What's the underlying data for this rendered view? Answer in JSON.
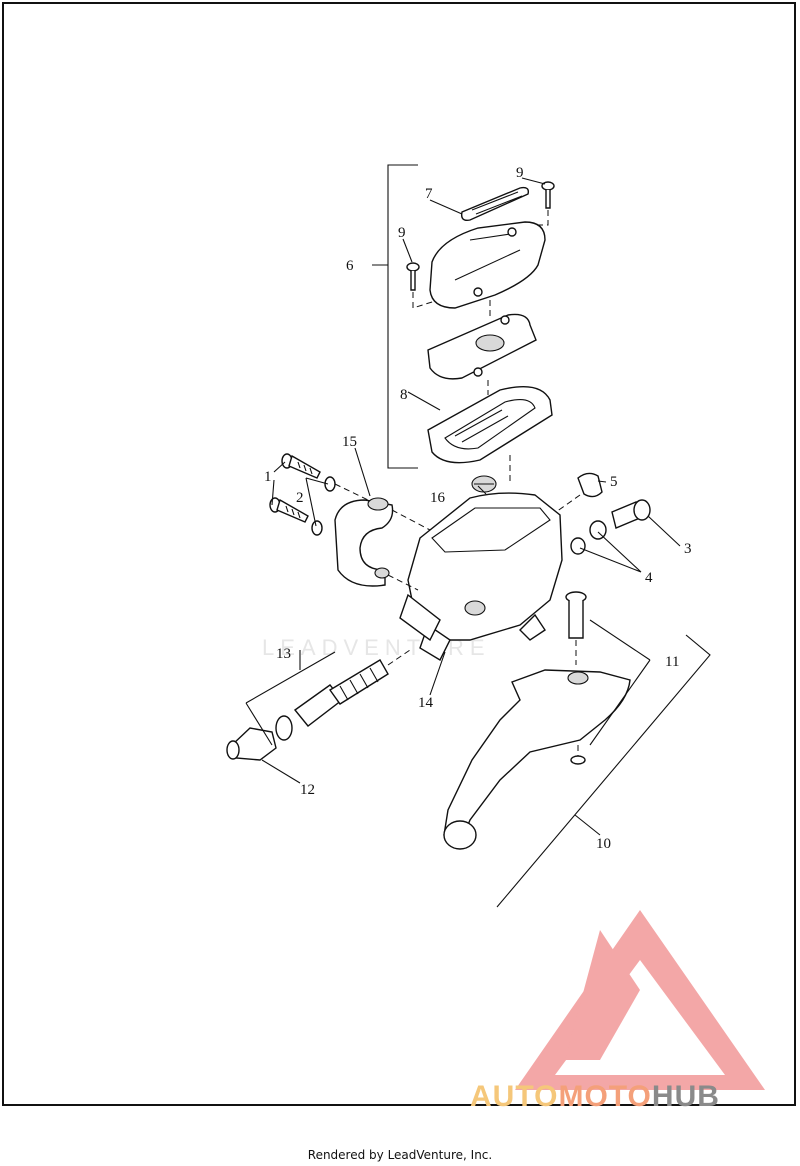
{
  "callouts": [
    {
      "id": "c1",
      "text": "1"
    },
    {
      "id": "c2",
      "text": "2"
    },
    {
      "id": "c3",
      "text": "3"
    },
    {
      "id": "c4",
      "text": "4"
    },
    {
      "id": "c5",
      "text": "5"
    },
    {
      "id": "c6",
      "text": "6"
    },
    {
      "id": "c7",
      "text": "7"
    },
    {
      "id": "c8",
      "text": "8"
    },
    {
      "id": "c9a",
      "text": "9"
    },
    {
      "id": "c9b",
      "text": "9"
    },
    {
      "id": "c10",
      "text": "10"
    },
    {
      "id": "c11",
      "text": "11"
    },
    {
      "id": "c12",
      "text": "12"
    },
    {
      "id": "c13",
      "text": "13"
    },
    {
      "id": "c14",
      "text": "14"
    },
    {
      "id": "c15",
      "text": "15"
    },
    {
      "id": "c16",
      "text": "16"
    }
  ],
  "watermark": "LEADVENTURE",
  "brand": {
    "part1": "AUTO",
    "part2": "MOTO",
    "part3": "HUB",
    "colors": {
      "triangle": "#f08a8a",
      "auto": "#f5c77a",
      "moto": "#f4a07a",
      "hub": "#8a8a8a"
    }
  },
  "footer": "Rendered by LeadVenture, Inc."
}
